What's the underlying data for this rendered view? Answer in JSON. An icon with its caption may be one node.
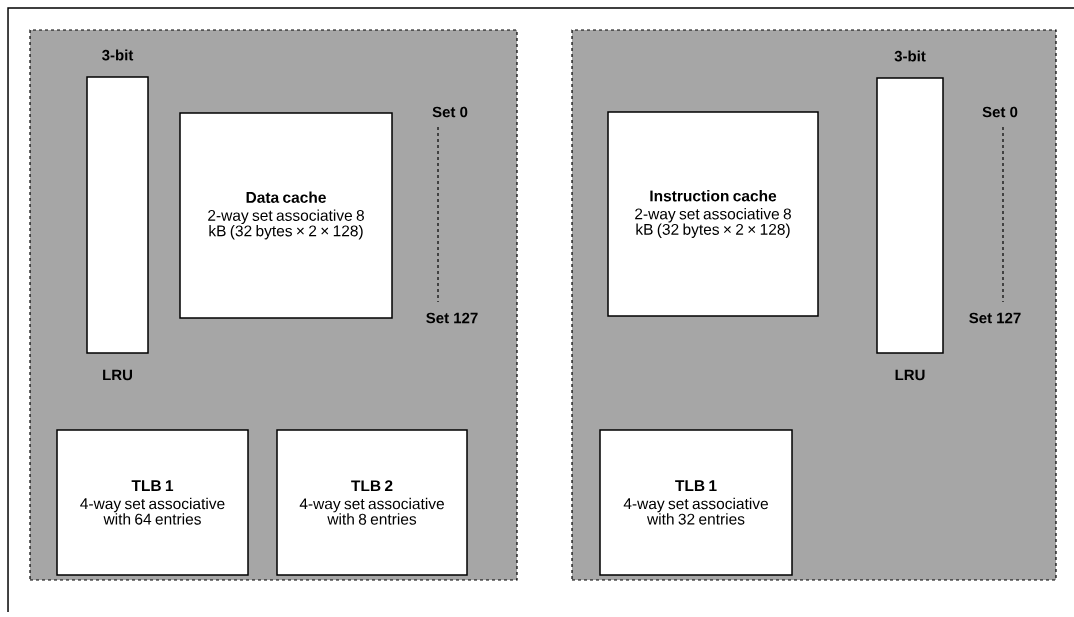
{
  "diagram": {
    "nodes": [
      {
        "text": [],
        "shape": "box"
      },
      {
        "text": [
          "3-bit",
          "LRU"
        ],
        "in": 0
      },
      {
        "text": [
          "Data cache",
          "2-way set associative 8 kB (32 bytes × 2 × 128)"
        ],
        "in": 0
      },
      {
        "text": [
          "TLB 1",
          "4-way set associative with 64 entries"
        ],
        "in": 0
      },
      {
        "text": [
          "TLB 2",
          "4-way set associative with 8 entries"
        ],
        "in": 0
      },
      {
        "text": [],
        "shape": "box"
      },
      {
        "text": [
          "Instruction cache",
          "2-way set associative 8 kB (32 bytes × 2 × 128)"
        ],
        "in": 5
      },
      {
        "text": [
          "3-bit",
          "LRU"
        ],
        "in": 5
      },
      {
        "text": [
          "TLB 1",
          "4-way set associative with 32 entries"
        ],
        "in": 5
      }
    ],
    "labels": [
      "Set 0",
      "Set 127",
      "Set 0",
      "Set 127"
    ]
  }
}
